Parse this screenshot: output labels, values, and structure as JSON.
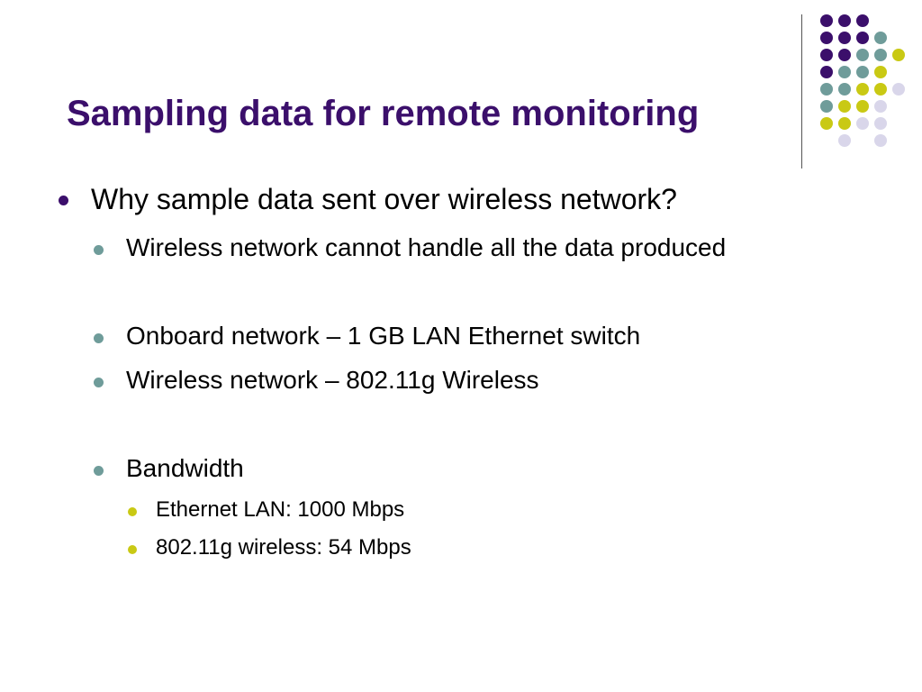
{
  "slide": {
    "title": "Sampling data for remote monitoring",
    "colors": {
      "title": "#3b0f6b",
      "purple": "#3b0f6b",
      "teal": "#6f9c9a",
      "yellow": "#c9c914",
      "lavender": "#d9d6ea",
      "bullet_level1": "#3b0f6b",
      "bullet_level2": "#6f9c9a",
      "bullet_level3": "#c9c914"
    },
    "bullets": [
      {
        "text": "Why sample data sent over wireless network?",
        "level": 1
      },
      {
        "text": "Wireless network cannot handle all the data produced",
        "level": 2
      },
      {
        "text": "Onboard network – 1 GB LAN Ethernet switch",
        "level": 2
      },
      {
        "text": "Wireless network – 802.11g Wireless",
        "level": 2
      },
      {
        "text": "Bandwidth",
        "level": 2
      },
      {
        "text": "Ethernet LAN: 1000 Mbps",
        "level": 3
      },
      {
        "text": "802.11g wireless: 54 Mbps",
        "level": 3
      }
    ]
  }
}
